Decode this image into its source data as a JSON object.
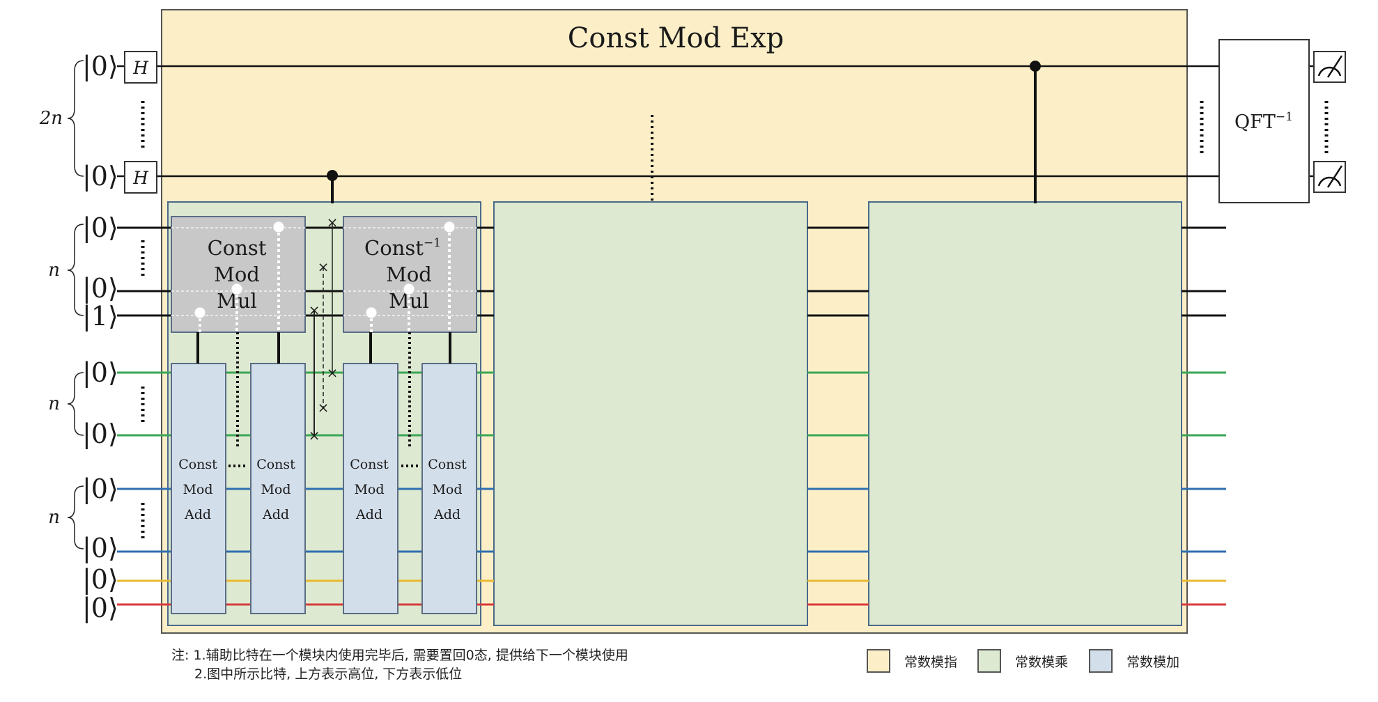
{
  "title": "Const Mod Exp",
  "gates": {
    "hadamard": "H",
    "qft": "QFT",
    "qft_sup": "−1",
    "mul_line1": "Const",
    "mul_line2": "Mod",
    "mul_line3": "Mul",
    "mulinv_line1": "Const",
    "mulinv_sup": "−1",
    "add_line1": "Const",
    "add_line2": "Mod",
    "add_line3": "Add",
    "swap_mark": "×"
  },
  "register_labels": {
    "two_n": "2n",
    "n": "n"
  },
  "kets": {
    "zero": "|0⟩",
    "one": "|1⟩"
  },
  "colors": {
    "modexp_fill": "#fcefc7",
    "modmul_fill": "#dde9d0",
    "modadd_fill": "#d3deeb",
    "mul_gate_fill": "#c8c8c8",
    "wire_black": "#111111",
    "wire_green": "#3aa655",
    "wire_blue": "#2f6fb0",
    "wire_yellow": "#e8b930",
    "wire_red": "#d93a3a"
  },
  "notes": {
    "line1": "注: 1.辅助比特在一个模块内使用完毕后, 需要置回0态, 提供给下一个模块使用",
    "line2": "2.图中所示比特, 上方表示高位, 下方表示低位"
  },
  "legend": [
    {
      "label": "常数模指",
      "color": "#fcefc7"
    },
    {
      "label": "常数模乘",
      "color": "#dde9d0"
    },
    {
      "label": "常数模加",
      "color": "#d3deeb"
    }
  ]
}
